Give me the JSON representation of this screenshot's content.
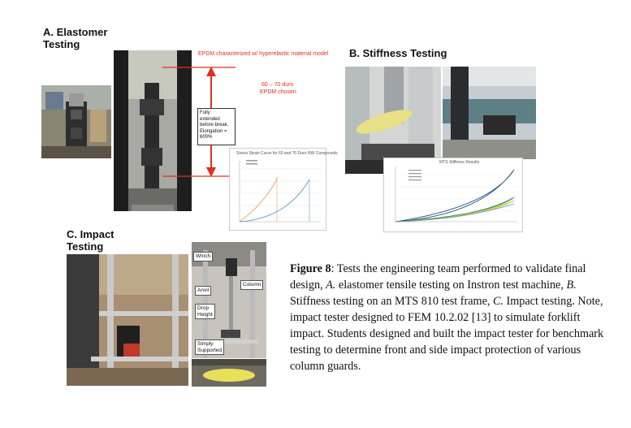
{
  "figure": {
    "sections": {
      "a_title_line1": "A. Elastomer",
      "a_title_line2": "Testing",
      "b_title": "B. Stiffness Testing",
      "c_title_line1": "C. Impact",
      "c_title_line2": "Testing"
    },
    "elastomer": {
      "model_note": "EPDM characterized w/ hyperelastic material model",
      "duro_note_line1": "60 – 70 duro",
      "duro_note_line2": "EPDM chosen",
      "elongation_box": [
        "Fully",
        "extended",
        "before break.",
        "Elongation =",
        "600%"
      ],
      "chart_title": "Stress Strain Curve for 60 and 70 Duro INR Compounds"
    },
    "stiffness": {
      "chart_title": "MTS Stiffness Results"
    },
    "impact": {
      "labels": {
        "winch": "Winch",
        "column": "Column",
        "anvil": "Anvil",
        "drop_height_line1": "Drop",
        "drop_height_line2": "Height",
        "simply_line1": "Simply",
        "simply_line2": "Supported"
      }
    },
    "caption": {
      "label": "Figure 8",
      "text": ": Tests the engineering team performed to validate final design, ",
      "a_label": "A.",
      "a_text": " elastomer tensile testing on Instron test machine, ",
      "b_label": "B.",
      "b_text": " Stiffness testing on an MTS 810 test frame, ",
      "c_label": "C.",
      "c_text": " Impact testing. Note, impact tester designed to FEM 10.2.02 [13] to simulate forklift impact. Students designed and built the impact tester for benchmark testing to determine front and side impact protection of various column guards."
    },
    "colors": {
      "annotation_red": "#e0301e",
      "chart_orange": "#f0a060",
      "chart_blue": "#5b9bd5",
      "chart_green": "#2e8b57",
      "chart_navy": "#1f4e79",
      "chart_yellow": "#d8c020"
    }
  }
}
